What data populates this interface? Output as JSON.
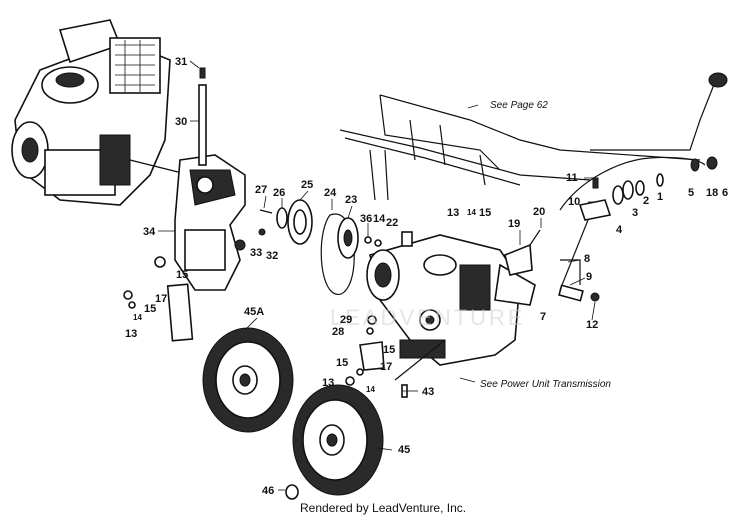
{
  "callouts": {
    "c1": "1",
    "c2": "2",
    "c3": "3",
    "c4": "4",
    "c5": "5",
    "c6": "6",
    "c7": "7",
    "c8": "8",
    "c9": "9",
    "c10": "10",
    "c11": "11",
    "c12": "12",
    "c13a": "13",
    "c13b": "13",
    "c13c": "13",
    "c14a": "14",
    "c14b": "14",
    "c14c": "14",
    "c14d": "14",
    "c15a": "15",
    "c15b": "15",
    "c15c": "15",
    "c15d": "15",
    "c15e": "15",
    "c17a": "17",
    "c17b": "17",
    "c18": "18",
    "c19": "19",
    "c20": "20",
    "c22": "22",
    "c23": "23",
    "c24": "24",
    "c25": "25",
    "c26": "26",
    "c27": "27",
    "c28": "28",
    "c29": "29",
    "c30": "30",
    "c31": "31",
    "c32": "32",
    "c33": "33",
    "c34": "34",
    "c36": "36",
    "c43": "43",
    "c45": "45",
    "c45a": "45A",
    "c46": "46"
  },
  "notes": {
    "see_page": "See Page 62",
    "see_transmission": "See Power Unit Transmission"
  },
  "watermark": "LEADVENTURE",
  "footer": "Rendered by LeadVenture, Inc."
}
